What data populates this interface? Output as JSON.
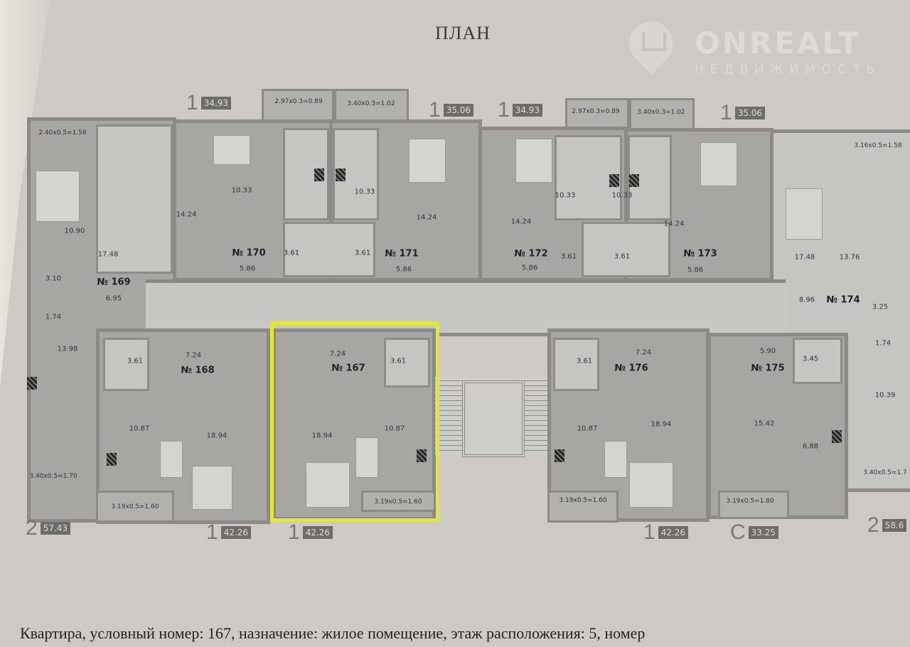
{
  "title": "ПЛАН",
  "watermark": {
    "brand": "ONREALT",
    "subtitle": "НЕДВИЖИМОСТЬ"
  },
  "highlight_color": "#e2ea2a",
  "unit_tags": {
    "top": [
      {
        "rooms": "1",
        "area": "34.93"
      },
      {
        "rooms": "1",
        "area": "35.06"
      },
      {
        "rooms": "1",
        "area": "34.93"
      },
      {
        "rooms": "1",
        "area": "35.06"
      }
    ],
    "bottom": [
      {
        "rooms": "2",
        "area": "57.43"
      },
      {
        "rooms": "1",
        "area": "42.26"
      },
      {
        "rooms": "1",
        "area": "42.26"
      },
      {
        "rooms": "1",
        "area": "42.26"
      },
      {
        "rooms": "С",
        "area": "33.25"
      },
      {
        "rooms": "2",
        "area": "58.6"
      }
    ]
  },
  "balconies_top": [
    "2.97x0.3=0.89",
    "3.40x0.3=1.02",
    "2.97x0.3=0.89",
    "3.40x0.3=1.02"
  ],
  "apartments": {
    "a169": {
      "number": "№ 169",
      "rooms": [
        "2.40x0.5=1.58",
        "10.90",
        "17.48",
        "3.10",
        "6.95",
        "1.74",
        "13.98",
        "3.40x0.5=1.70"
      ]
    },
    "a170": {
      "number": "№ 170",
      "rooms": [
        "14.24",
        "10.33",
        "5.86",
        "3.61"
      ]
    },
    "a171": {
      "number": "№ 171",
      "rooms": [
        "10.33",
        "3.61",
        "5.86",
        "14.24"
      ]
    },
    "a172": {
      "number": "№ 172",
      "rooms": [
        "14.24",
        "10.33",
        "5.86",
        "3.61"
      ]
    },
    "a173": {
      "number": "№ 173",
      "rooms": [
        "10.33",
        "3.61",
        "5.86",
        "14.24"
      ]
    },
    "a174": {
      "number": "№ 174",
      "rooms": [
        "3.16x0.5=1.58",
        "17.48",
        "13.76",
        "8.96",
        "3.25",
        "1.74",
        "10.39",
        "3.40x0.5=1.7"
      ]
    },
    "a168": {
      "number": "№ 168",
      "rooms": [
        "7.24",
        "3.61",
        "10.87",
        "18.94",
        "3.19x0.5=1.60"
      ]
    },
    "a167": {
      "number": "№ 167",
      "rooms": [
        "7.24",
        "3.61",
        "18.94",
        "10.87",
        "3.19x0.5=1.60"
      ]
    },
    "a176": {
      "number": "№ 176",
      "rooms": [
        "3.61",
        "7.24",
        "10.87",
        "18.94",
        "3.19x0.5=1.60"
      ]
    },
    "a175": {
      "number": "№ 175",
      "rooms": [
        "5.90",
        "3.45",
        "15.42",
        "6.88",
        "3.19x0.5=1.80"
      ]
    }
  },
  "caption": "Квартира, условный номер: 167, назначение: жилое помещение, этаж расположения: 5, номер"
}
